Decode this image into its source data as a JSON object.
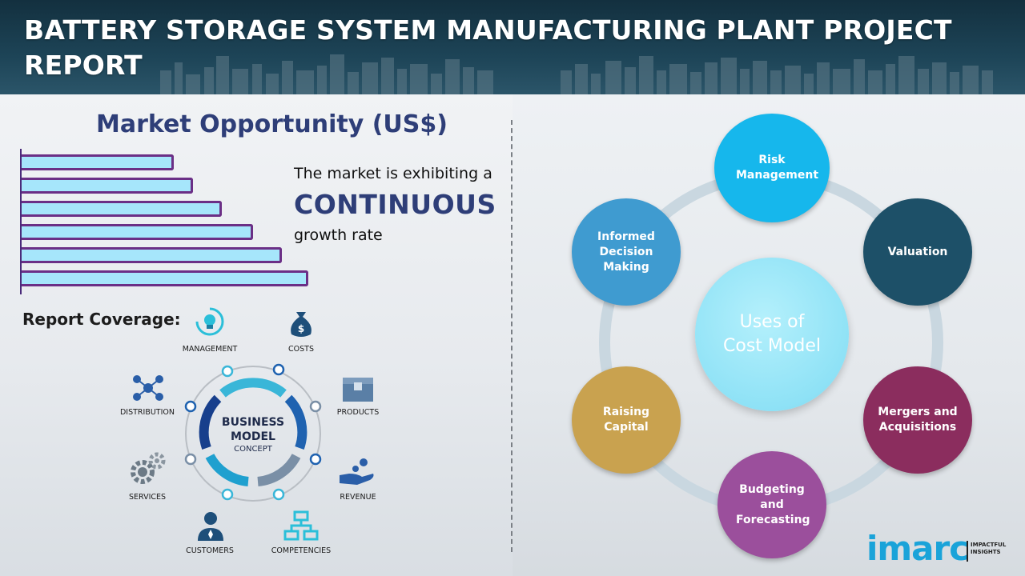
{
  "header": {
    "title": "BATTERY STORAGE SYSTEM MANUFACTURING PLANT PROJECT REPORT"
  },
  "market": {
    "title": "Market Opportunity (US$)",
    "line1": "The market is exhibiting a",
    "emphasis": "CONTINUOUS",
    "line3": "growth rate",
    "bar_values": [
      190,
      214,
      250,
      289,
      325,
      358
    ]
  },
  "report_coverage": {
    "label": "Report Coverage:",
    "center": {
      "line1": "BUSINESS",
      "line2": "MODEL",
      "line3": "CONCEPT"
    },
    "items": [
      {
        "label": "MANAGEMENT",
        "icon": "management-icon"
      },
      {
        "label": "COSTS",
        "icon": "money-bag-icon"
      },
      {
        "label": "DISTRIBUTION",
        "icon": "distribution-icon"
      },
      {
        "label": "PRODUCTS",
        "icon": "products-icon"
      },
      {
        "label": "SERVICES",
        "icon": "gears-icon"
      },
      {
        "label": "REVENUE",
        "icon": "revenue-icon"
      },
      {
        "label": "CUSTOMERS",
        "icon": "customer-icon"
      },
      {
        "label": "COMPETENCIES",
        "icon": "competencies-icon"
      }
    ]
  },
  "cost_model": {
    "center": {
      "line1": "Uses of",
      "line2": "Cost Model"
    },
    "nodes": [
      {
        "label": "Risk Management",
        "color": "#16b7ec"
      },
      {
        "label": "Valuation",
        "color": "#1d5068"
      },
      {
        "label": "Mergers and Acquisitions",
        "color": "#8b2d5e"
      },
      {
        "label": "Budgeting and Forecasting",
        "color": "#9b4f9c"
      },
      {
        "label": "Raising Capital",
        "color": "#c9a24f"
      },
      {
        "label": "Informed Decision Making",
        "color": "#3f9bd0"
      }
    ]
  },
  "logo": {
    "name": "imarc",
    "tagline_line1": "IMPACTFUL",
    "tagline_line2": "INSIGHTS"
  }
}
